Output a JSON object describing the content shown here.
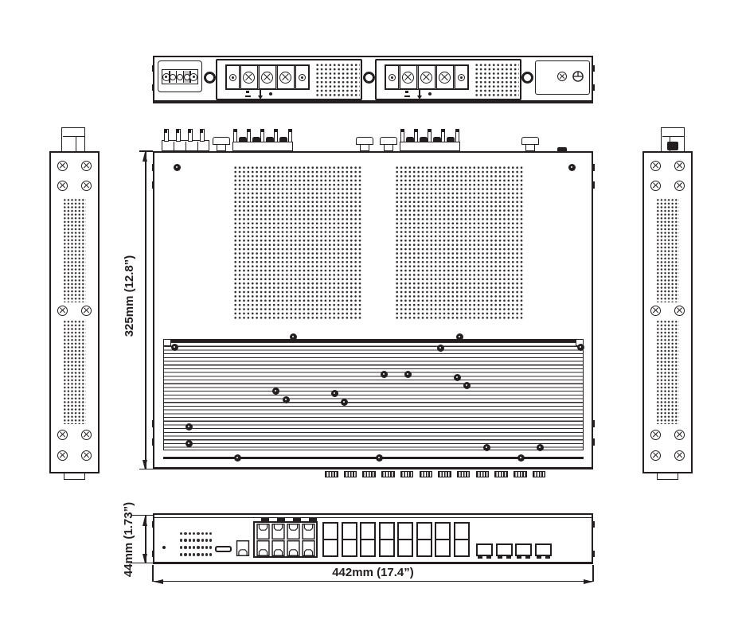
{
  "colors": {
    "ink": "#231f20",
    "paper": "#ffffff",
    "shade": "#c9c7c8"
  },
  "dimension_labels": {
    "depth": "325mm (12.8”)",
    "height": "44mm (1.73”)",
    "width": "442mm (17.4”)"
  },
  "counts": {
    "rear_power_modules": 2,
    "rear_power_terminals": 5,
    "alarm_terminals": 5,
    "top_vent_grids": 2,
    "side_vent_grids": 2,
    "side_screw_rows": 5,
    "front_led_rows": 4,
    "front_led_cols": 8,
    "front_rj45_ports": 8,
    "front_sfp_columns": 8,
    "front_sfp_slots": 16,
    "front_uplink_ports": 4,
    "top_bottom_tabs": 12
  }
}
